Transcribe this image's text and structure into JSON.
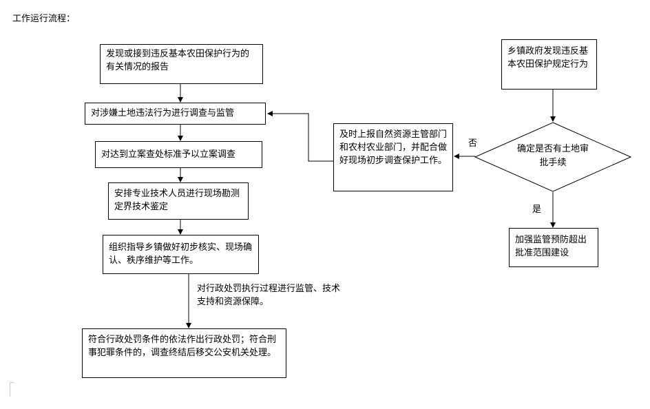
{
  "title": "工作运行流程：",
  "left_flow": {
    "report": "发现或接到违反基本农田保护行为的有关情况的报告",
    "investigate": "对涉嫌土地违法行为进行调查与监管",
    "file_case": "对达到立案查处标准予以立案调查",
    "survey": "安排专业技术人员进行现场勘测定界技术鉴定",
    "organize": "组织指导乡镇做好初步核实、现场确认、秩序维护等工作。",
    "supervise_note": "对行政处罚执行过程进行监管、技术支持和资源保障。",
    "penalty": "符合行政处罚条件的依法作出行政处罚；符合刑事犯罪条件的，调查终结后移交公安机关处理。"
  },
  "right_flow": {
    "township_finds": "乡镇政府发现违反基本农田保护规定行为",
    "decision": "确定是否有土地审批手续",
    "no_label": "否",
    "yes_label": "是",
    "report_up": "及时上报自然资源主管部门和农村农业部门，并配合做好现场初步调查保护工作。",
    "strengthen": "加强监管预防超出批准范围建设"
  }
}
